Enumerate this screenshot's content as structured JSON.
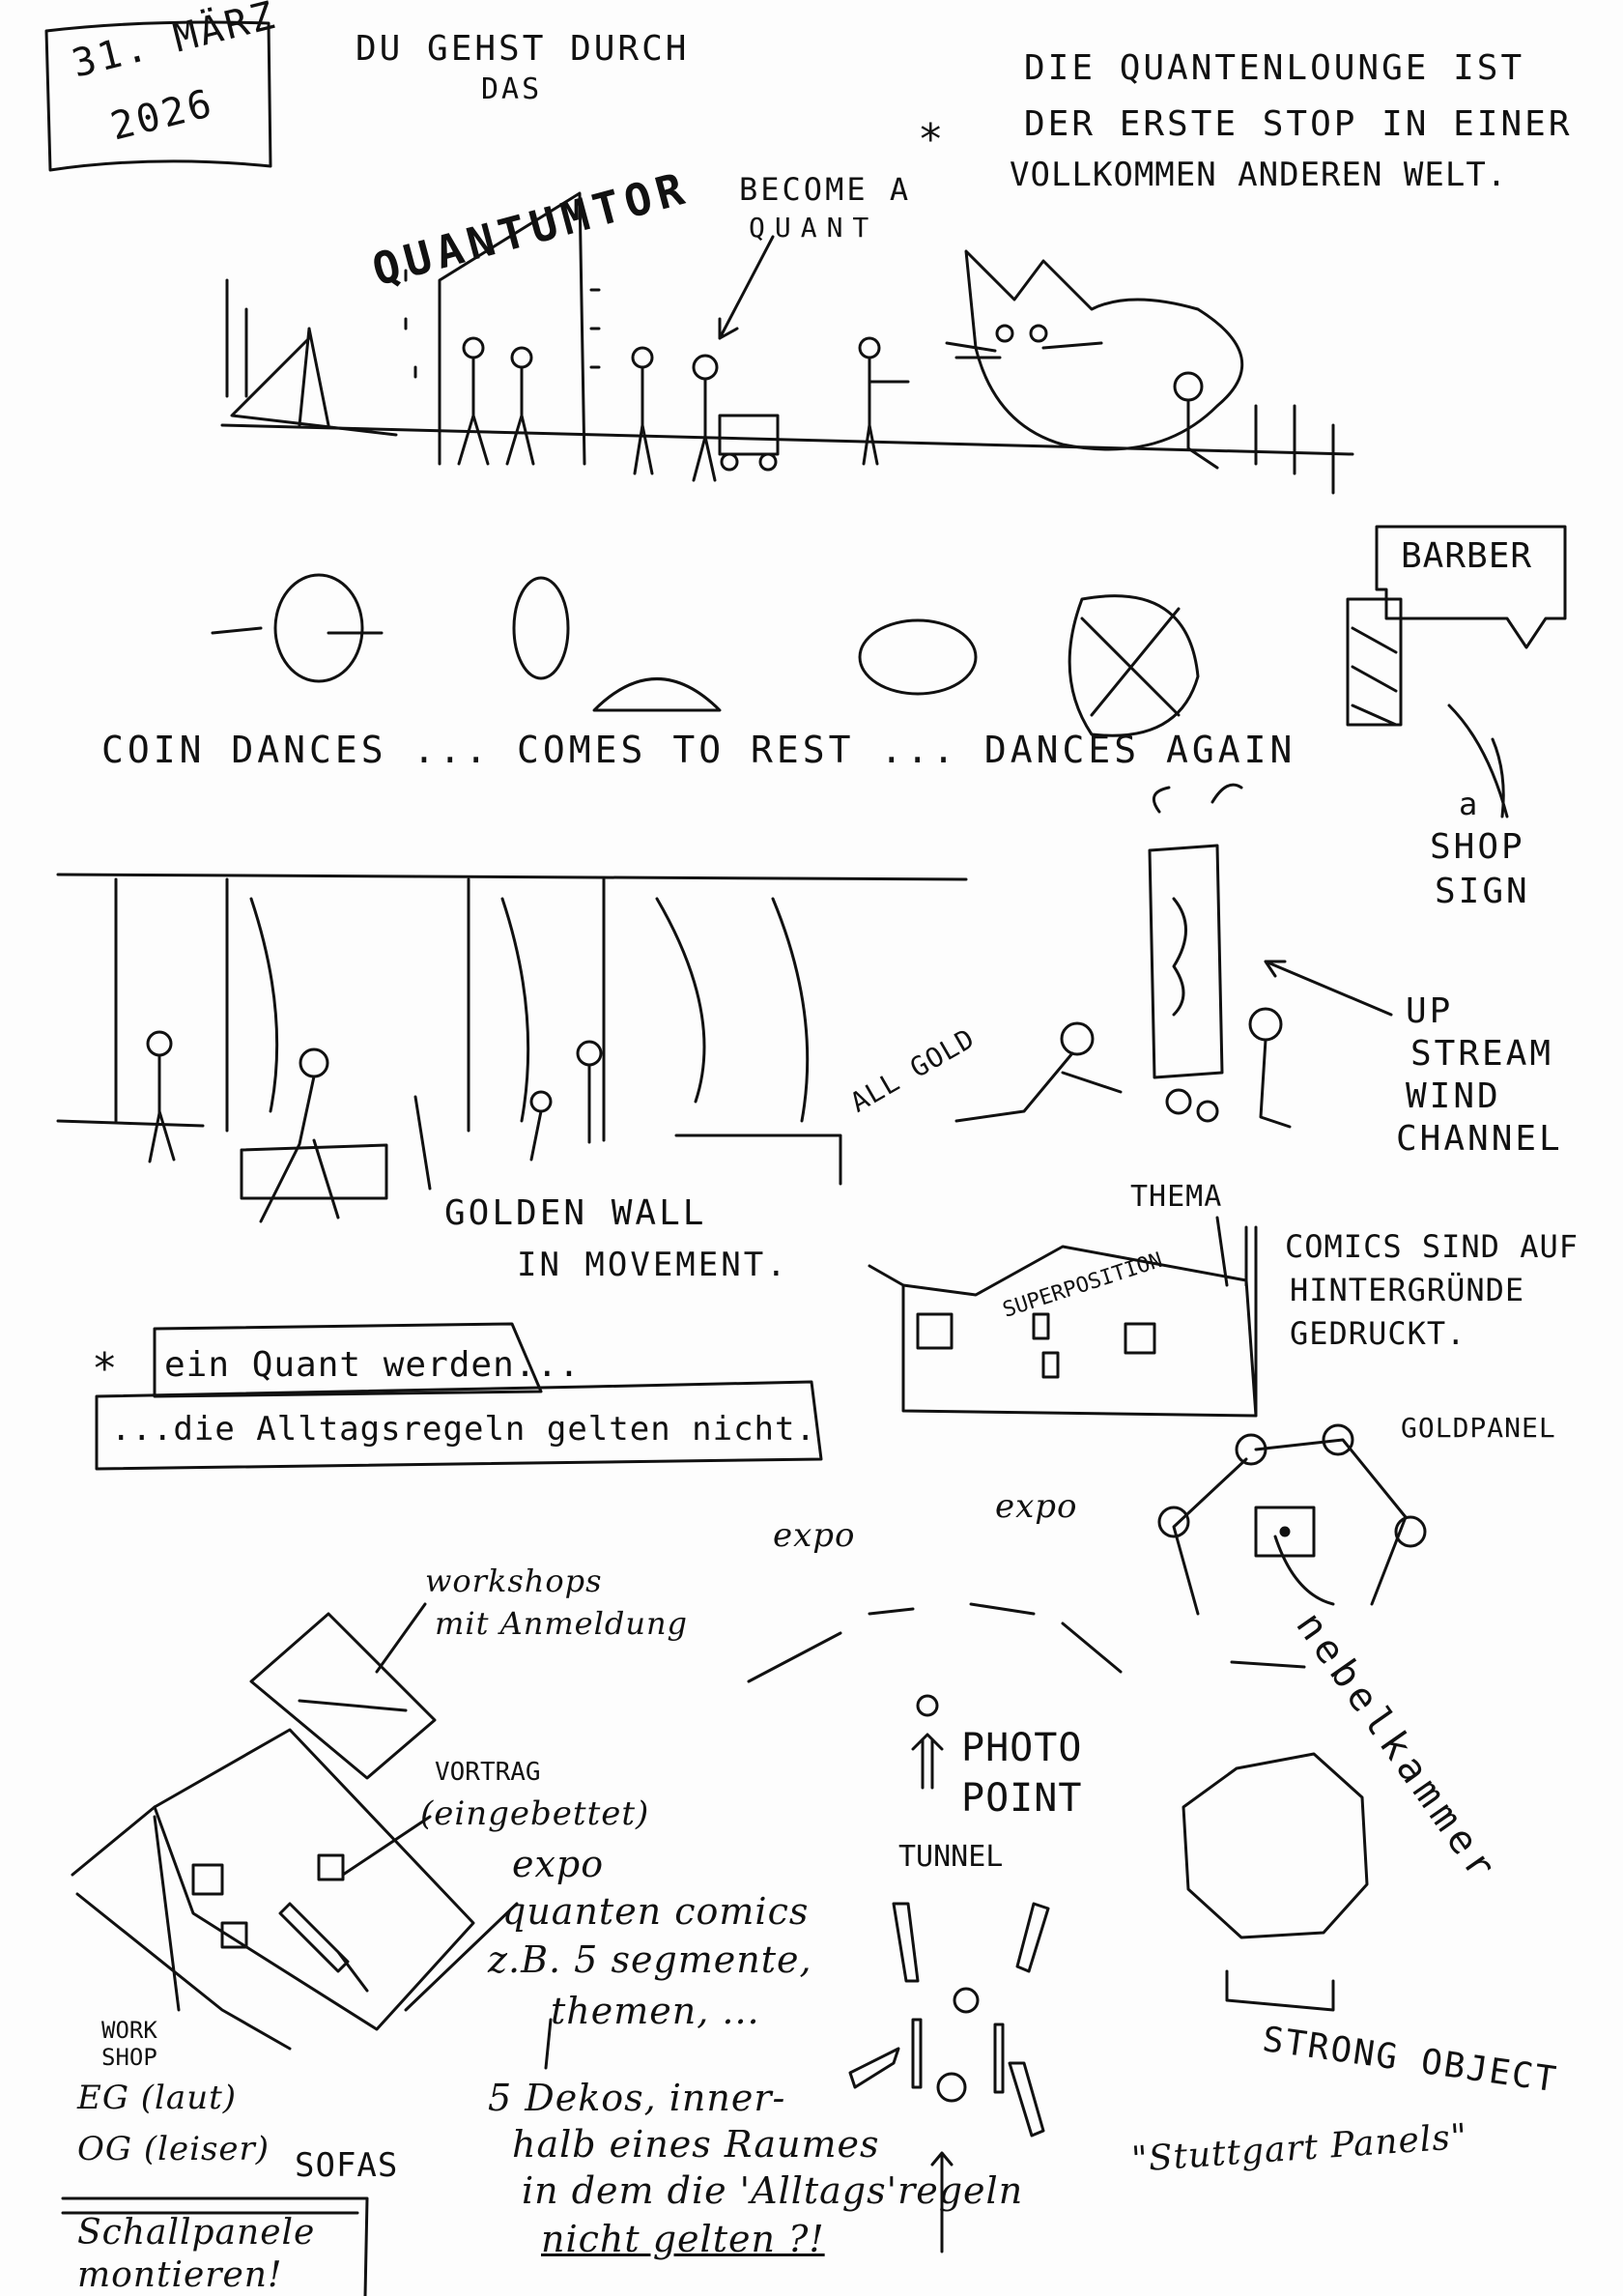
{
  "date": {
    "line1": "31. März",
    "line2": "2026"
  },
  "intro": {
    "line1": "Du gehst durch",
    "line2": "das",
    "arc": "Quantumtor"
  },
  "become": {
    "line1": "Become a",
    "line2": "Quant",
    "star": "*"
  },
  "lounge": {
    "line1": "Die Quantenlounge ist",
    "line2": "der erste Stop in einer",
    "line3": "vollkommen anderen Welt."
  },
  "barber": {
    "sign": "BARBER",
    "caption1": "a",
    "caption2": "shop",
    "caption3": "sign"
  },
  "coin": {
    "caption": "coin dances ... comes to rest ... dances again"
  },
  "wall": {
    "all_gold": "all GOLD",
    "line1": "Golden Wall",
    "line2": "in Movement."
  },
  "wind": {
    "line1": "up",
    "line2": "stream",
    "line3": "wind",
    "line4": "channel"
  },
  "comics": {
    "thema": "THEMA",
    "superposition": "SUPERPOSITION",
    "line1": "Comics sind auf",
    "line2": "Hintergründe",
    "line3": "gedruckt."
  },
  "quant_banner": {
    "star": "*",
    "line1": "ein Quant werden...",
    "line2": "...die Alltagsregeln gelten nicht."
  },
  "goldpanel": {
    "label": "GOLDPANEL",
    "nebel": "nebelkammer"
  },
  "expo_arc": {
    "left": "expo",
    "right": "expo"
  },
  "plan": {
    "workshops": {
      "line1": "workshops",
      "line2": "mit Anmeldung"
    },
    "vortrag": {
      "line1": "VORTRAG",
      "line2": "(eingebettet)"
    },
    "expo": {
      "line1": "expo",
      "line2": "quanten comics",
      "line3": "z.B. 5 segmente,",
      "line4": "themen, ..."
    },
    "workshop": {
      "line1": "WORK",
      "line2": "SHOP",
      "line3": "EG (laut)",
      "line4": "OG (leiser)"
    },
    "sofas": "SOFAS",
    "schall": {
      "line1": "Schallpanele",
      "line2": "montieren!"
    }
  },
  "dekos": {
    "line1": "5 Dekos, inner-",
    "line2": "halb eines Raumes",
    "line3": "in dem die 'Alltags'regeln",
    "line4": "nicht gelten ?!"
  },
  "photo": {
    "line1": "PHOTO",
    "line2": "POINT",
    "tunnel": "TUNNEL"
  },
  "strong": {
    "line1": "STRONG OBJECT",
    "line2": "\"Stuttgart Panels\""
  }
}
